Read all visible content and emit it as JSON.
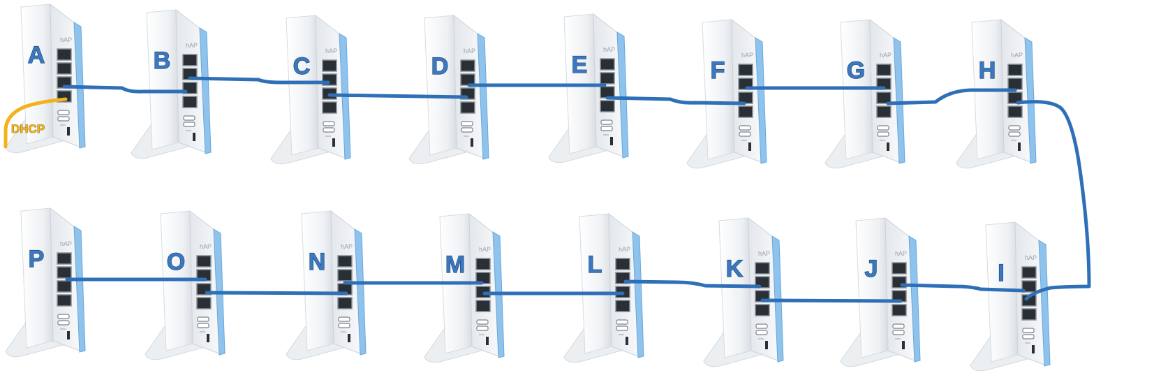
{
  "colors": {
    "cable": "#2e6fb7",
    "dhcp_cable": "#f3b21a",
    "label": "#3a78c0",
    "router_body": "#f4f6f8",
    "router_accent": "#8ec3ee"
  },
  "icon": "router-icon",
  "routers": {
    "A": {
      "label": "A"
    },
    "B": {
      "label": "B"
    },
    "C": {
      "label": "C"
    },
    "D": {
      "label": "D"
    },
    "E": {
      "label": "E"
    },
    "F": {
      "label": "F"
    },
    "G": {
      "label": "G"
    },
    "H": {
      "label": "H"
    },
    "I": {
      "label": "I"
    },
    "J": {
      "label": "J"
    },
    "K": {
      "label": "K"
    },
    "L": {
      "label": "L"
    },
    "M": {
      "label": "M"
    },
    "N": {
      "label": "N"
    },
    "O": {
      "label": "O"
    },
    "P": {
      "label": "P"
    }
  },
  "dhcp": {
    "label": "DHCP"
  },
  "connections": [
    [
      "A",
      "B"
    ],
    [
      "B",
      "C"
    ],
    [
      "C",
      "D"
    ],
    [
      "D",
      "E"
    ],
    [
      "E",
      "F"
    ],
    [
      "F",
      "G"
    ],
    [
      "G",
      "H"
    ],
    [
      "H",
      "I"
    ],
    [
      "I",
      "J"
    ],
    [
      "J",
      "K"
    ],
    [
      "K",
      "L"
    ],
    [
      "L",
      "M"
    ],
    [
      "M",
      "N"
    ],
    [
      "N",
      "O"
    ],
    [
      "O",
      "P"
    ]
  ]
}
